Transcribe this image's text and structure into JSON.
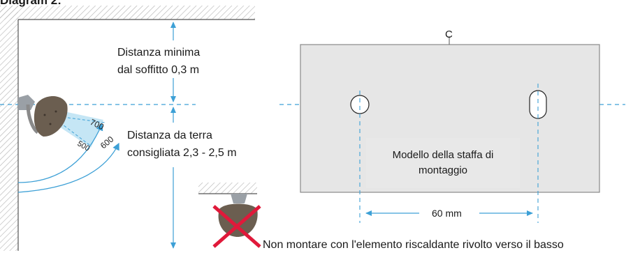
{
  "title": "Diagram 2:",
  "ceiling_distance": {
    "line1": "Distanza minima",
    "line2": "dal soffitto 0,3 m"
  },
  "floor_distance": {
    "line1": "Distanza da terra",
    "line2": "consigliata 2,3 - 2,5 m"
  },
  "arc_labels": [
    "700",
    "600",
    "500"
  ],
  "template": {
    "center_mark": "C",
    "line1": "Modello della staffa di",
    "line2": "montaggio",
    "spacing": "60 mm"
  },
  "warning": "Non montare con l'elemento riscaldante rivolto verso il basso",
  "colors": {
    "guide_line": "#3da0d6",
    "wall": "#555555",
    "hatch": "#b0b0b0",
    "heater_body": "#6b5e50",
    "heater_beam": "#bfe3f4",
    "cross": "#e0193a",
    "template_fill": "#e6e6e6"
  }
}
